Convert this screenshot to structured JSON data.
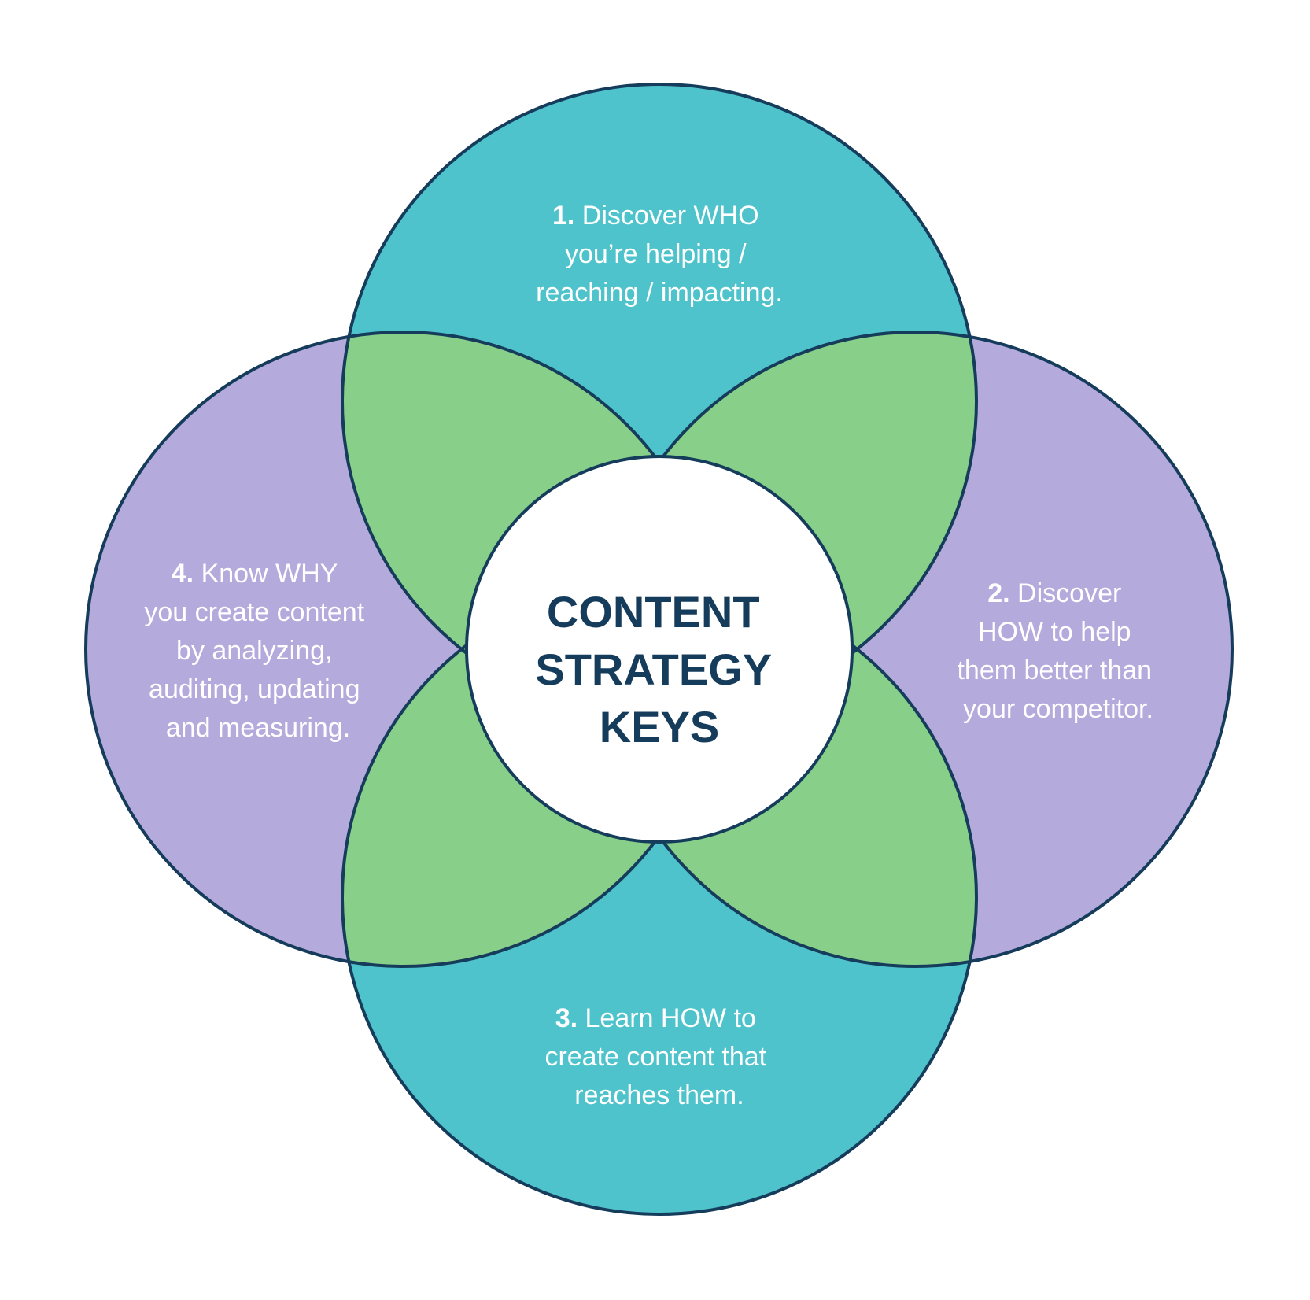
{
  "colors": {
    "teal": "#4fc3cb",
    "purple": "#b4aadc",
    "green": "#88cf8a",
    "outline": "#163c5c",
    "center_fill": "#ffffff",
    "text_light": "#ffffff",
    "text_dark": "#163c5c"
  },
  "center": {
    "lines": [
      "CONTENT",
      "STRATEGY",
      "KEYS"
    ]
  },
  "keys": [
    {
      "id": "who",
      "number": "1.",
      "lines": [
        "Discover WHO",
        "you’re helping /",
        "reaching / impacting."
      ],
      "color": "teal"
    },
    {
      "id": "how-help",
      "number": "2.",
      "lines": [
        "Discover",
        "HOW to help",
        "them better than",
        "your competitor."
      ],
      "color": "purple"
    },
    {
      "id": "how-create",
      "number": "3.",
      "lines": [
        "Learn HOW to",
        "create content that",
        "reaches them."
      ],
      "color": "teal"
    },
    {
      "id": "why",
      "number": "4.",
      "lines": [
        "Know WHY",
        "you create content",
        "by analyzing,",
        "auditing, updating",
        "and measuring."
      ],
      "color": "purple"
    }
  ]
}
